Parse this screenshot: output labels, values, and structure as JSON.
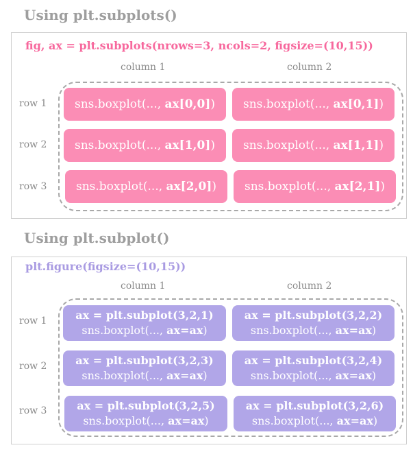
{
  "section1": {
    "heading": "Using plt.subplots()",
    "code": "fig, ax = plt.subplots(nrows=3, ncols=2, figsize=(10,15))",
    "columns": [
      "column 1",
      "column 2"
    ],
    "rows": [
      "row 1",
      "row 2",
      "row 3"
    ],
    "cell_prefix": "sns.boxplot(..., ",
    "cell_suffix": ")",
    "cells": [
      [
        "ax[0,0]",
        "ax[0,1]"
      ],
      [
        "ax[1,0]",
        "ax[1,1]"
      ],
      [
        "ax[2,0]",
        "ax[2,1]"
      ]
    ]
  },
  "section2": {
    "heading": "Using plt.subplot()",
    "code": "plt.figure(figsize=(10,15))",
    "columns": [
      "column 1",
      "column 2"
    ],
    "rows": [
      "row 1",
      "row 2",
      "row 3"
    ],
    "line2_prefix": "sns.boxplot(..., ",
    "line2_bold": "ax=ax",
    "line2_suffix": ")",
    "cells": [
      [
        "ax = plt.subplot(3,2,1)",
        "ax = plt.subplot(3,2,2)"
      ],
      [
        "ax = plt.subplot(3,2,3)",
        "ax = plt.subplot(3,2,4)"
      ],
      [
        "ax = plt.subplot(3,2,5)",
        "ax = plt.subplot(3,2,6)"
      ]
    ]
  },
  "colors": {
    "pink": "#fb8db5",
    "purple": "#b1a6e8",
    "code_pink": "#f7689d",
    "code_purple": "#a99be2",
    "heading_gray": "#9e9e9e"
  }
}
